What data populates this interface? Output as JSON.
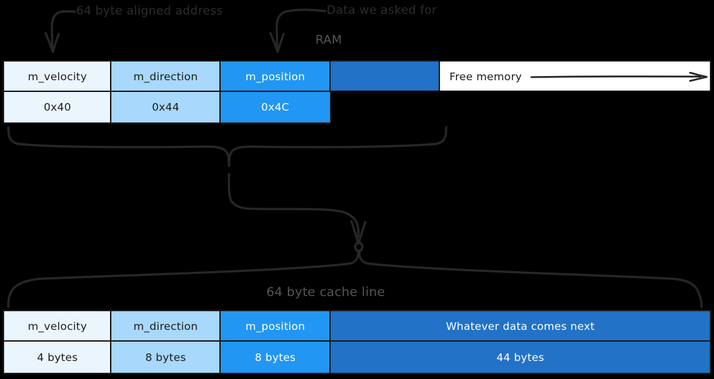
{
  "diagram": {
    "title_ram": "RAM",
    "title_cacheline": "64 byte cache line",
    "annotations": {
      "aligned_address": "64 byte aligned address",
      "data_asked_for": "Data we asked for"
    },
    "colors": {
      "velocity": "#EBF5FE",
      "direction": "#A8D8FB",
      "position": "#2196F3",
      "next_data": "#2272C8",
      "free_memory": "#FFFFFF",
      "ink": "#272727",
      "muted_text": "#555555",
      "background": "#000000"
    },
    "ram": {
      "name_row": [
        {
          "label": "m_velocity",
          "fill": "#EBF5FE",
          "text": "dark"
        },
        {
          "label": "m_direction",
          "fill": "#A8D8FB",
          "text": "dark"
        },
        {
          "label": "m_position",
          "fill": "#2196F3",
          "text": "light"
        },
        {
          "label": "",
          "fill": "#2272C8",
          "text": "light"
        },
        {
          "label": "Free memory",
          "fill": "#FFFFFF",
          "text": "dark"
        }
      ],
      "address_row": [
        {
          "label": "0x40",
          "fill": "#EBF5FE",
          "text": "dark"
        },
        {
          "label": "0x44",
          "fill": "#A8D8FB",
          "text": "dark"
        },
        {
          "label": "0x4C",
          "fill": "#2196F3",
          "text": "light"
        },
        {
          "label": "",
          "fill": "#000000",
          "text": "none"
        },
        {
          "label": "",
          "fill": "#000000",
          "text": "none"
        }
      ]
    },
    "cacheline": {
      "name_row": [
        {
          "label": "m_velocity",
          "fill": "#EBF5FE",
          "text": "dark"
        },
        {
          "label": "m_direction",
          "fill": "#A8D8FB",
          "text": "dark"
        },
        {
          "label": "m_position",
          "fill": "#2196F3",
          "text": "light"
        },
        {
          "label": "Whatever data comes next",
          "fill": "#2272C8",
          "text": "light"
        }
      ],
      "size_row": [
        {
          "label": "4 bytes",
          "fill": "#EBF5FE",
          "text": "dark"
        },
        {
          "label": "8 bytes",
          "fill": "#A8D8FB",
          "text": "dark"
        },
        {
          "label": "8 bytes",
          "fill": "#2196F3",
          "text": "light"
        },
        {
          "label": "44 bytes",
          "fill": "#2272C8",
          "text": "light"
        }
      ]
    }
  }
}
